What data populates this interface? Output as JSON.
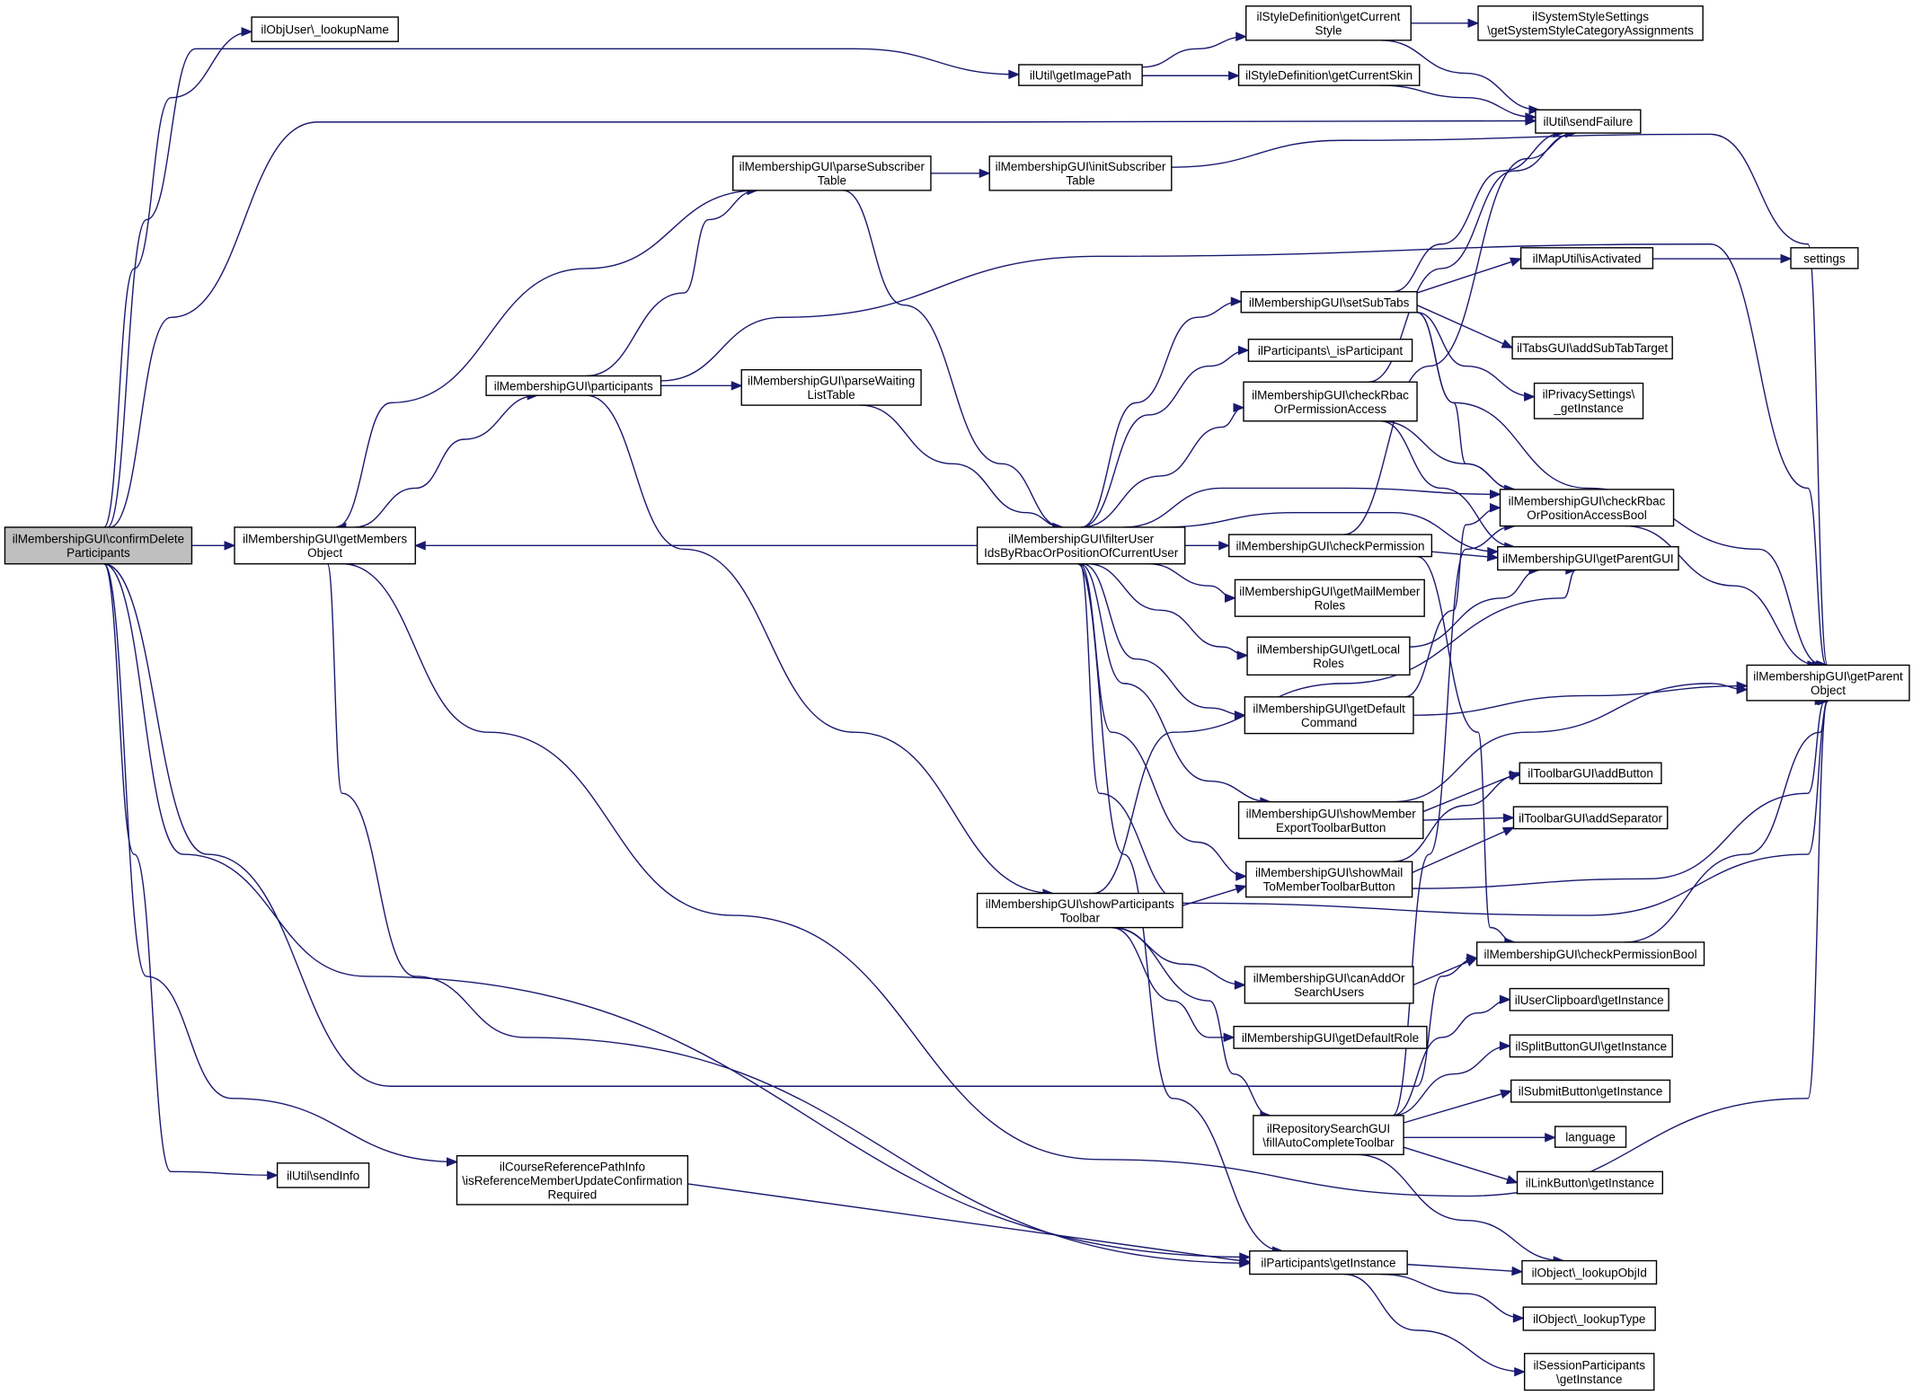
{
  "graph": {
    "colors": {
      "edge": "#191970",
      "node_border": "#000000",
      "root_fill": "#bfbfbf"
    },
    "nodes": [
      {
        "id": "confirmDelete",
        "lines": [
          "ilMembershipGUI\\confirmDelete",
          "Participants"
        ],
        "root": true
      },
      {
        "id": "lookupName",
        "lines": [
          "ilObjUser\\_lookupName"
        ]
      },
      {
        "id": "getMembersObject",
        "lines": [
          "ilMembershipGUI\\getMembers",
          "Object"
        ]
      },
      {
        "id": "sendInfo",
        "lines": [
          "ilUtil\\sendInfo"
        ]
      },
      {
        "id": "courseRef",
        "lines": [
          "ilCourseReferencePathInfo",
          "\\isReferenceMemberUpdateConfirmation",
          "Required"
        ]
      },
      {
        "id": "participants",
        "lines": [
          "ilMembershipGUI\\participants"
        ]
      },
      {
        "id": "parseSubscriber",
        "lines": [
          "ilMembershipGUI\\parseSubscriber",
          "Table"
        ]
      },
      {
        "id": "parseWaiting",
        "lines": [
          "ilMembershipGUI\\parseWaiting",
          "ListTable"
        ]
      },
      {
        "id": "initSubscriber",
        "lines": [
          "ilMembershipGUI\\initSubscriber",
          "Table"
        ]
      },
      {
        "id": "getImagePath",
        "lines": [
          "ilUtil\\getImagePath"
        ]
      },
      {
        "id": "filterUser",
        "lines": [
          "ilMembershipGUI\\filterUser",
          "IdsByRbacOrPositionOfCurrentUser"
        ]
      },
      {
        "id": "showParticipantsToolbar",
        "lines": [
          "ilMembershipGUI\\showParticipants",
          "Toolbar"
        ]
      },
      {
        "id": "getCurrentStyle",
        "lines": [
          "ilStyleDefinition\\getCurrent",
          "Style"
        ]
      },
      {
        "id": "getCurrentSkin",
        "lines": [
          "ilStyleDefinition\\getCurrentSkin"
        ]
      },
      {
        "id": "setSubTabs",
        "lines": [
          "ilMembershipGUI\\setSubTabs"
        ]
      },
      {
        "id": "isParticipant",
        "lines": [
          "ilParticipants\\_isParticipant"
        ]
      },
      {
        "id": "checkRbacOrPermissionAccess",
        "lines": [
          "ilMembershipGUI\\checkRbac",
          "OrPermissionAccess"
        ]
      },
      {
        "id": "checkPermission",
        "lines": [
          "ilMembershipGUI\\checkPermission"
        ]
      },
      {
        "id": "getMailMemberRoles",
        "lines": [
          "ilMembershipGUI\\getMailMember",
          "Roles"
        ]
      },
      {
        "id": "getLocalRoles",
        "lines": [
          "ilMembershipGUI\\getLocal",
          "Roles"
        ]
      },
      {
        "id": "getDefaultCommand",
        "lines": [
          "ilMembershipGUI\\getDefault",
          "Command"
        ]
      },
      {
        "id": "showMemberExport",
        "lines": [
          "ilMembershipGUI\\showMember",
          "ExportToolbarButton"
        ]
      },
      {
        "id": "showMailTo",
        "lines": [
          "ilMembershipGUI\\showMail",
          "ToMemberToolbarButton"
        ]
      },
      {
        "id": "canAddOrSearch",
        "lines": [
          "ilMembershipGUI\\canAddOr",
          "SearchUsers"
        ]
      },
      {
        "id": "getDefaultRole",
        "lines": [
          "ilMembershipGUI\\getDefaultRole"
        ]
      },
      {
        "id": "fillAutoComplete",
        "lines": [
          "ilRepositorySearchGUI",
          "\\fillAutoCompleteToolbar"
        ]
      },
      {
        "id": "participantsGetInstance",
        "lines": [
          "ilParticipants\\getInstance"
        ]
      },
      {
        "id": "getSystemStyle",
        "lines": [
          "ilSystemStyleSettings",
          "\\getSystemStyleCategoryAssignments"
        ]
      },
      {
        "id": "sendFailure",
        "lines": [
          "ilUtil\\sendFailure"
        ]
      },
      {
        "id": "mapIsActivated",
        "lines": [
          "ilMapUtil\\isActivated"
        ]
      },
      {
        "id": "settings",
        "lines": [
          "settings"
        ]
      },
      {
        "id": "addSubTabTarget",
        "lines": [
          "ilTabsGUI\\addSubTabTarget"
        ]
      },
      {
        "id": "privacyGetInstance",
        "lines": [
          "ilPrivacySettings\\",
          "_getInstance"
        ]
      },
      {
        "id": "checkRbacOrPositionAccessBool",
        "lines": [
          "ilMembershipGUI\\checkRbac",
          "OrPositionAccessBool"
        ]
      },
      {
        "id": "getParentGUI",
        "lines": [
          "ilMembershipGUI\\getParentGUI"
        ]
      },
      {
        "id": "getParentObject",
        "lines": [
          "ilMembershipGUI\\getParent",
          "Object"
        ]
      },
      {
        "id": "addButton",
        "lines": [
          "ilToolbarGUI\\addButton"
        ]
      },
      {
        "id": "addSeparator",
        "lines": [
          "ilToolbarGUI\\addSeparator"
        ]
      },
      {
        "id": "checkPermissionBool",
        "lines": [
          "ilMembershipGUI\\checkPermissionBool"
        ]
      },
      {
        "id": "userClipboard",
        "lines": [
          "ilUserClipboard\\getInstance"
        ]
      },
      {
        "id": "splitButton",
        "lines": [
          "ilSplitButtonGUI\\getInstance"
        ]
      },
      {
        "id": "submitButton",
        "lines": [
          "ilSubmitButton\\getInstance"
        ]
      },
      {
        "id": "language",
        "lines": [
          "language"
        ]
      },
      {
        "id": "linkButton",
        "lines": [
          "ilLinkButton\\getInstance"
        ]
      },
      {
        "id": "lookupObjId",
        "lines": [
          "ilObject\\_lookupObjId"
        ]
      },
      {
        "id": "lookupType",
        "lines": [
          "ilObject\\_lookupType"
        ]
      },
      {
        "id": "sessionParticipants",
        "lines": [
          "ilSessionParticipants",
          "\\getInstance"
        ]
      }
    ]
  }
}
